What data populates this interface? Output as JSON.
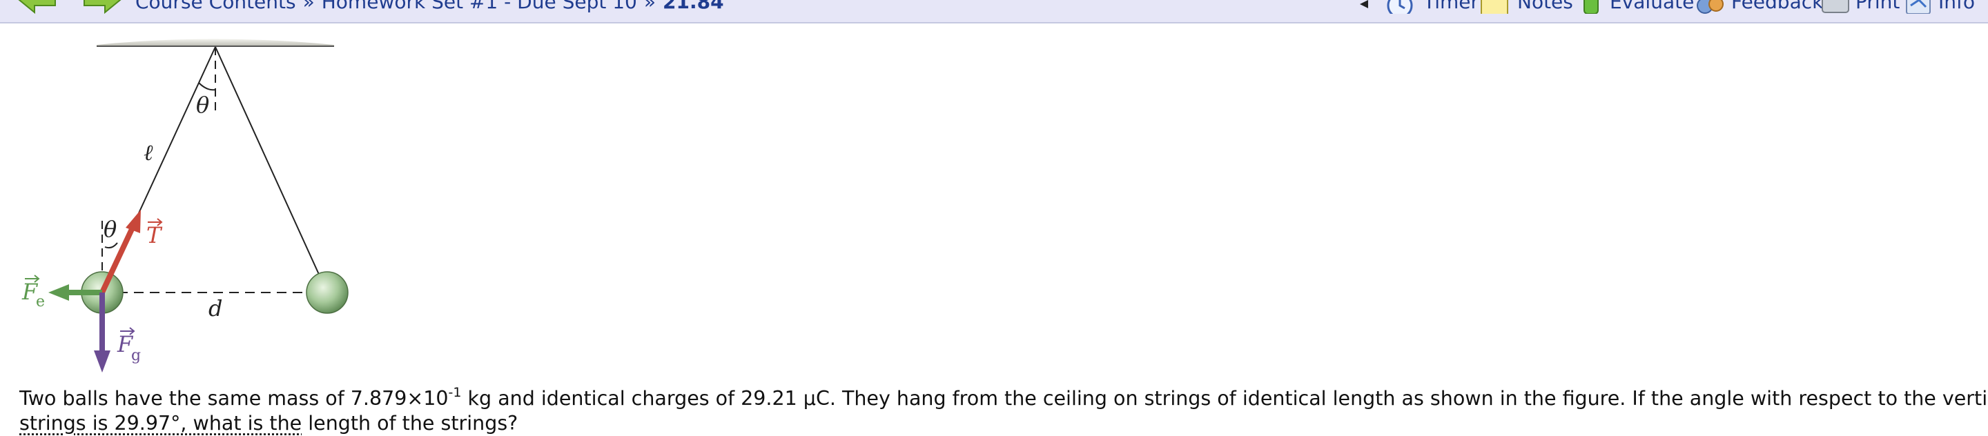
{
  "nav": {
    "breadcrumb": {
      "course_contents": "Course Contents",
      "separator_1": "»",
      "homework": "Homework Set #1 - Due Sept 10",
      "separator_2": "»",
      "timer_value": "21.84"
    },
    "tools": {
      "timer": "Timer",
      "notes": "Notes",
      "evaluate": "Evaluate",
      "feedback": "Feedback",
      "print": "Print",
      "info": "Info"
    }
  },
  "figure": {
    "theta_top": "θ",
    "length_label": "ℓ",
    "theta_ball": "θ",
    "tension": "T",
    "electric_force": "F",
    "electric_subscript": "e",
    "gravity_force": "F",
    "gravity_subscript": "g",
    "distance_label": "d",
    "colors": {
      "tension": "#c8473a",
      "electric": "#5d9a4f",
      "gravity": "#6a4c93"
    }
  },
  "question": {
    "part1": "Two balls have the same mass of 7.879×10",
    "exponent": "-1",
    "part2": " kg and identical charges of 29.21 μC. They hang from the ceiling on strings of identical length as shown in the figure. If the angle with respect to the vertical of the",
    "line2_link": "strings is 29.97°, what is the",
    "line2_rest": " length of the strings?"
  }
}
